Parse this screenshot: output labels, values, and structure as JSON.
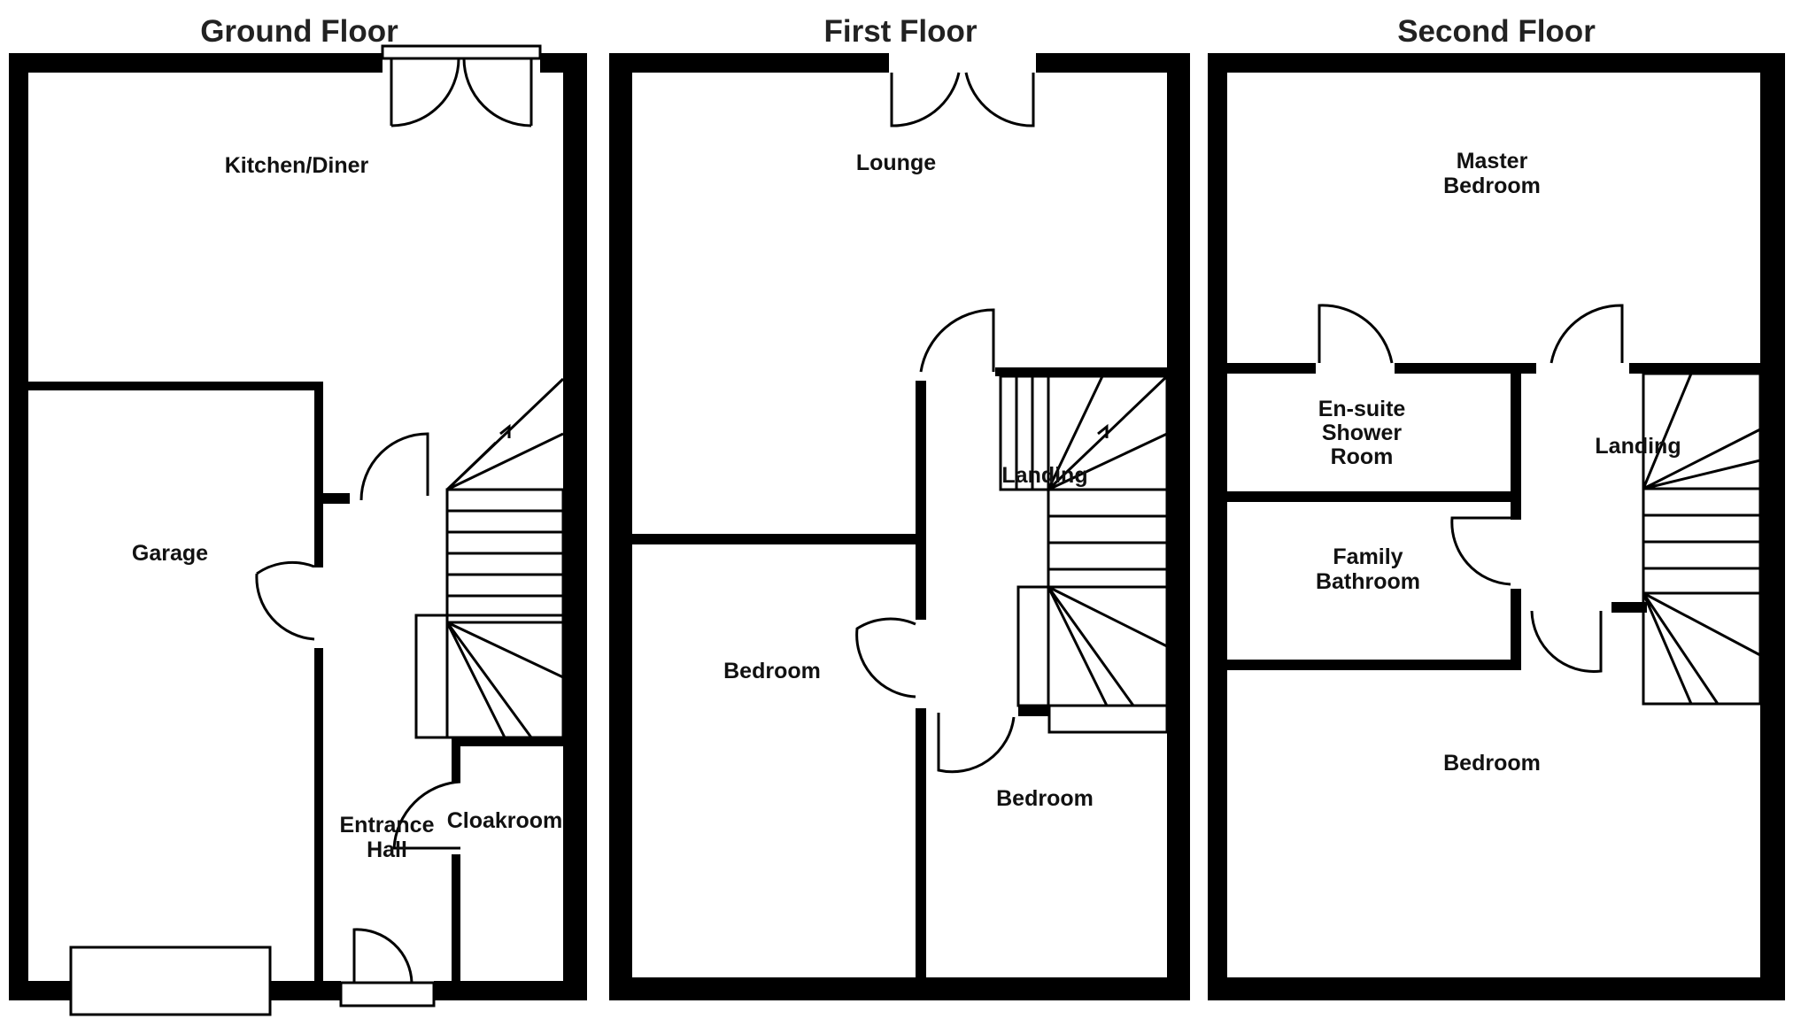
{
  "floors": [
    {
      "title": "Ground Floor",
      "rooms": {
        "kitchen_diner": [
          "Kitchen/Diner"
        ],
        "garage": [
          "Garage"
        ],
        "entrance_hall": [
          "Entrance",
          "Hall"
        ],
        "cloakroom": [
          "Cloakroom"
        ]
      }
    },
    {
      "title": "First Floor",
      "rooms": {
        "lounge": [
          "Lounge"
        ],
        "landing": [
          "Landing"
        ],
        "bedroom_left": [
          "Bedroom"
        ],
        "bedroom_right": [
          "Bedroom"
        ]
      }
    },
    {
      "title": "Second Floor",
      "rooms": {
        "master_bedroom": [
          "Master",
          "Bedroom"
        ],
        "ensuite": [
          "En-suite",
          "Shower",
          "Room"
        ],
        "landing": [
          "Landing"
        ],
        "family_bathroom": [
          "Family",
          "Bathroom"
        ],
        "bedroom": [
          "Bedroom"
        ]
      }
    }
  ]
}
